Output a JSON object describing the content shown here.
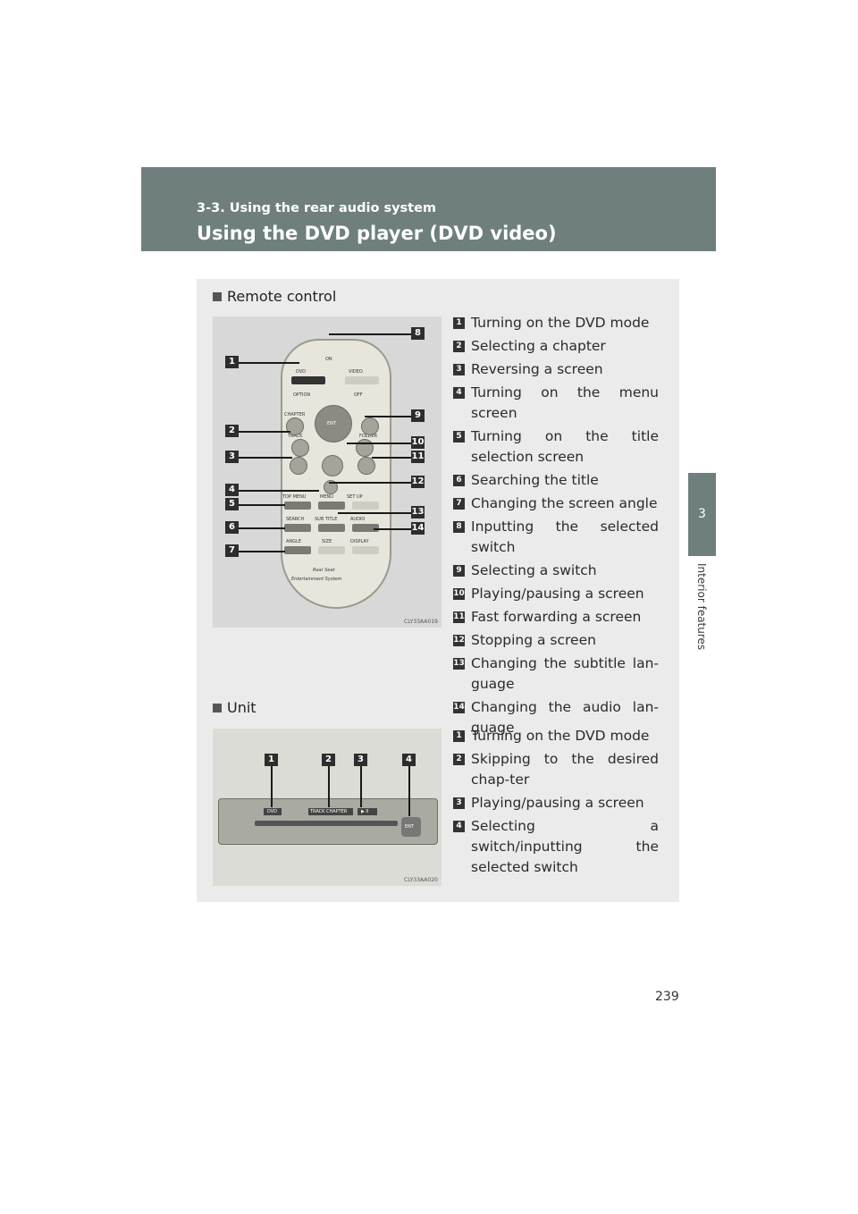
{
  "header": {
    "section": "3-3. Using the rear audio system",
    "title": "Using the DVD player (DVD video)"
  },
  "side_tab": {
    "number": "3",
    "label": "Interior features"
  },
  "remote": {
    "heading": "Remote control",
    "image_code": "CLY33AA019",
    "remote_labels": {
      "on": "ON",
      "dvd": "DVD",
      "video": "VIDEO",
      "option": "OPTION",
      "off": "OFF",
      "chapter": "CHAPTER",
      "track": "TRACK",
      "folder": "FOLDER",
      "ent": "ENT",
      "top_menu": "TOP MENU",
      "menu": "MENU",
      "set_up": "SET UP",
      "search": "SEARCH",
      "sub_title": "SUB TITLE",
      "audio": "AUDIO",
      "angle": "ANGLE",
      "size": "SIZE",
      "display": "DISPLAY",
      "brand1": "Rear Seat",
      "brand2": "Entertainment System"
    },
    "items": [
      {
        "n": "1",
        "text": "Turning on the DVD mode"
      },
      {
        "n": "2",
        "text": "Selecting a chapter"
      },
      {
        "n": "3",
        "text": "Reversing a screen"
      },
      {
        "n": "4",
        "text": "Turning on the menu screen"
      },
      {
        "n": "5",
        "text": "Turning on the title selection screen"
      },
      {
        "n": "6",
        "text": "Searching the title"
      },
      {
        "n": "7",
        "text": "Changing the screen angle"
      },
      {
        "n": "8",
        "text": "Inputting the selected switch"
      },
      {
        "n": "9",
        "text": "Selecting a switch"
      },
      {
        "n": "10",
        "text": "Playing/pausing a screen"
      },
      {
        "n": "11",
        "text": "Fast forwarding a screen"
      },
      {
        "n": "12",
        "text": "Stopping a screen"
      },
      {
        "n": "13",
        "text": "Changing the subtitle lan-guage"
      },
      {
        "n": "14",
        "text": "Changing the audio lan-guage"
      }
    ]
  },
  "unit": {
    "heading": "Unit",
    "image_code": "CLY33AA020",
    "unit_labels": {
      "dvd": "DVD",
      "track_chapter": "TRACK CHAPTER",
      "play": "▶ II",
      "ent": "ENT"
    },
    "items": [
      {
        "n": "1",
        "text": "Turning on the DVD mode"
      },
      {
        "n": "2",
        "text": "Skipping to the desired chap-ter"
      },
      {
        "n": "3",
        "text": "Playing/pausing a screen"
      },
      {
        "n": "4",
        "text": "Selecting a switch/inputting the selected switch"
      }
    ]
  },
  "page_number": "239"
}
